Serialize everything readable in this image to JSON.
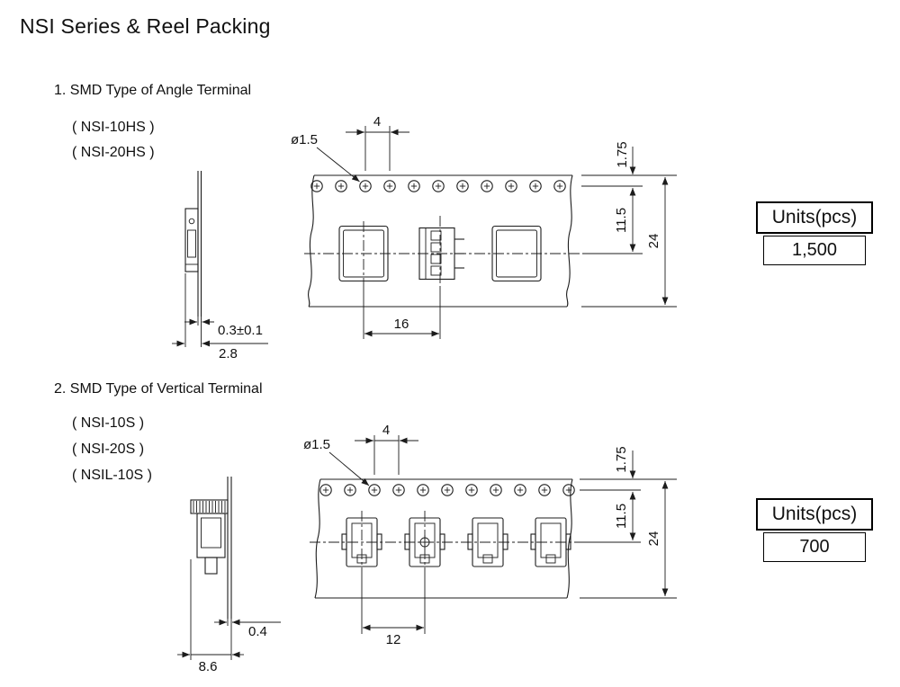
{
  "title": "NSI Series & Reel Packing",
  "colors": {
    "line": "#1c1c1c",
    "background": "#ffffff"
  },
  "section1": {
    "heading": "1. SMD Type of Angle Terminal",
    "parts": [
      "( NSI-10HS )",
      "( NSI-20HS )"
    ],
    "units": {
      "label": "Units(pcs)",
      "value": "1,500"
    },
    "dims": {
      "hole_pitch": "4",
      "hole_diameter": "ø1.5",
      "edge_to_hole": "1.75",
      "hole_to_pocket_center": "11.5",
      "tape_width": "24",
      "pocket_pitch": "16",
      "tape_thickness": "0.3±0.1",
      "overall_thickness": "2.8"
    }
  },
  "section2": {
    "heading": "2. SMD Type of Vertical Terminal",
    "parts": [
      "( NSI-10S )",
      "( NSI-20S )",
      "( NSIL-10S )"
    ],
    "units": {
      "label": "Units(pcs)",
      "value": "700"
    },
    "dims": {
      "hole_pitch": "4",
      "hole_diameter": "ø1.5",
      "edge_to_hole": "1.75",
      "hole_to_pocket_center": "11.5",
      "tape_width": "24",
      "pocket_pitch": "12",
      "tape_thickness": "0.4",
      "overall_height": "8.6"
    }
  }
}
